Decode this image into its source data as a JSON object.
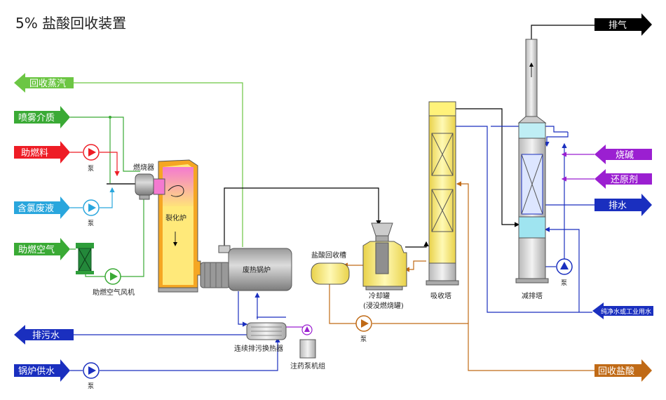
{
  "title": "5% 盐酸回收装置",
  "left_labels": {
    "recover_steam": "回收蒸汽",
    "atomizing_medium": "喷雾介质",
    "aux_fuel": "助燃料",
    "chlorinated_waste": "含氯废液",
    "combustion_air": "助燃空气",
    "blowdown": "排污水",
    "boiler_feedwater": "锅炉供水"
  },
  "right_labels": {
    "exhaust": "排气",
    "caustic": "烧碱",
    "reductant": "还原剂",
    "drain": "排水",
    "pure_water": "纯净水或工业用水",
    "recover_hcl": "回收盐酸"
  },
  "equipment": {
    "burner": "燃烧器",
    "cracking_furnace": "裂化炉",
    "waste_heat_boiler": "废热锅炉",
    "hcl_tank": "盐酸回收槽",
    "quench_tank": "冷却罐",
    "quench_tank_note": "(浸没燃烧罐)",
    "absorber": "吸收塔",
    "scrubber": "减排塔",
    "blowdown_hx": "连续排污换热器",
    "dosing_unit": "注药泵机组",
    "fan": "助燃空气风机",
    "pump": "泵"
  },
  "colors": {
    "steam_green": "#6cc644",
    "fuel_red": "#ee1c25",
    "waste_blue": "#29a6dd",
    "water_blue": "#1a2fbf",
    "chem_purple": "#9b1fd1",
    "acid_orange": "#c06a16",
    "black": "#000000",
    "yellow": "#fff27a",
    "furnace_orange": "#f5a623"
  }
}
